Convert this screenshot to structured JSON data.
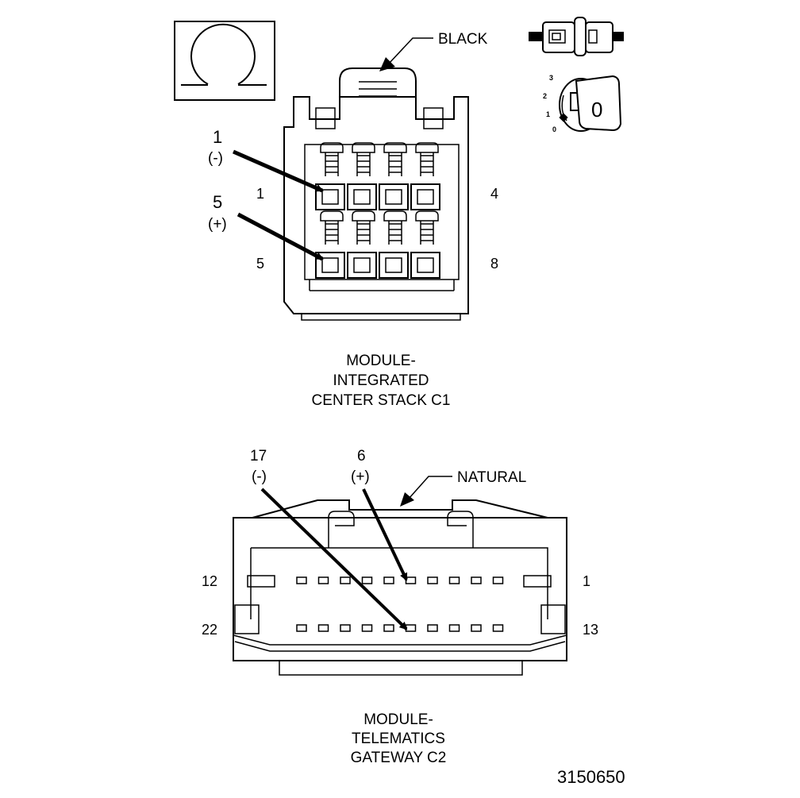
{
  "connector_c1": {
    "color_label": "BLACK",
    "title_lines": [
      "MODULE-",
      "INTEGRATED",
      "CENTER STACK C1"
    ],
    "callouts": [
      {
        "pin": "1",
        "polarity": "(-)"
      },
      {
        "pin": "5",
        "polarity": "(+)"
      }
    ],
    "pin_labels": {
      "top_left": "1",
      "top_right": "4",
      "bottom_left": "5",
      "bottom_right": "8"
    },
    "symbol_digits": {
      "d3": "3",
      "d2": "2",
      "d1": "1",
      "d0": "0",
      "key": "0"
    }
  },
  "connector_c2": {
    "color_label": "NATURAL",
    "title_lines": [
      "MODULE-",
      "TELEMATICS",
      "GATEWAY C2"
    ],
    "callouts": [
      {
        "pin": "17",
        "polarity": "(-)"
      },
      {
        "pin": "6",
        "polarity": "(+)"
      }
    ],
    "pin_labels": {
      "top_left": "12",
      "top_right": "1",
      "bottom_left": "22",
      "bottom_right": "13"
    }
  },
  "figure_id": "3150650",
  "icons": [
    "ohm-symbol-icon",
    "connector-plug-icon",
    "ignition-key-icon"
  ]
}
